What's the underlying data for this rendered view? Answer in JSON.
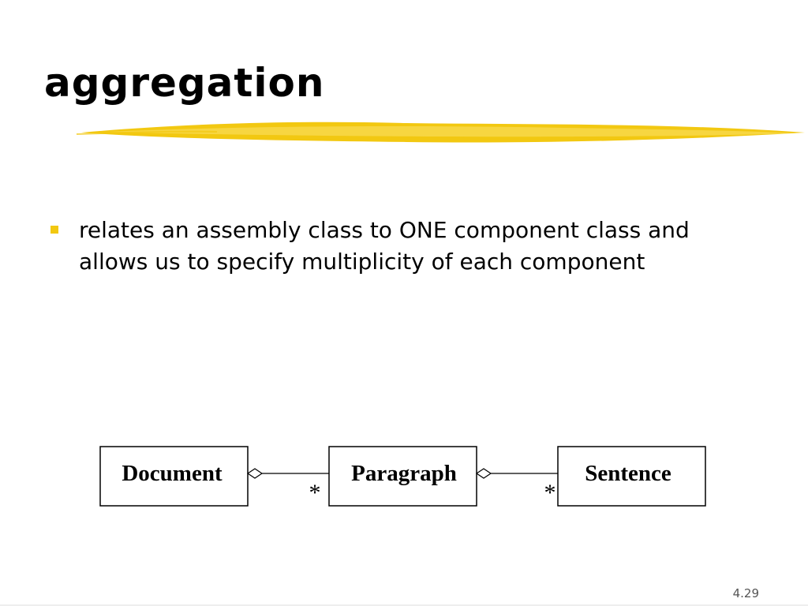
{
  "slide": {
    "title": "aggregation",
    "highlight_color": "#f2c811",
    "bullets": [
      {
        "text": "relates an assembly class to ONE component class and allows us to specify multiplicity of each component"
      }
    ],
    "page_number": "4.29"
  },
  "diagram": {
    "type": "uml-aggregation",
    "classes": [
      {
        "name": "Document"
      },
      {
        "name": "Paragraph"
      },
      {
        "name": "Sentence"
      }
    ],
    "associations": [
      {
        "from": "Document",
        "to": "Paragraph",
        "kind": "aggregation",
        "multiplicity": "*"
      },
      {
        "from": "Paragraph",
        "to": "Sentence",
        "kind": "aggregation",
        "multiplicity": "*"
      }
    ]
  }
}
